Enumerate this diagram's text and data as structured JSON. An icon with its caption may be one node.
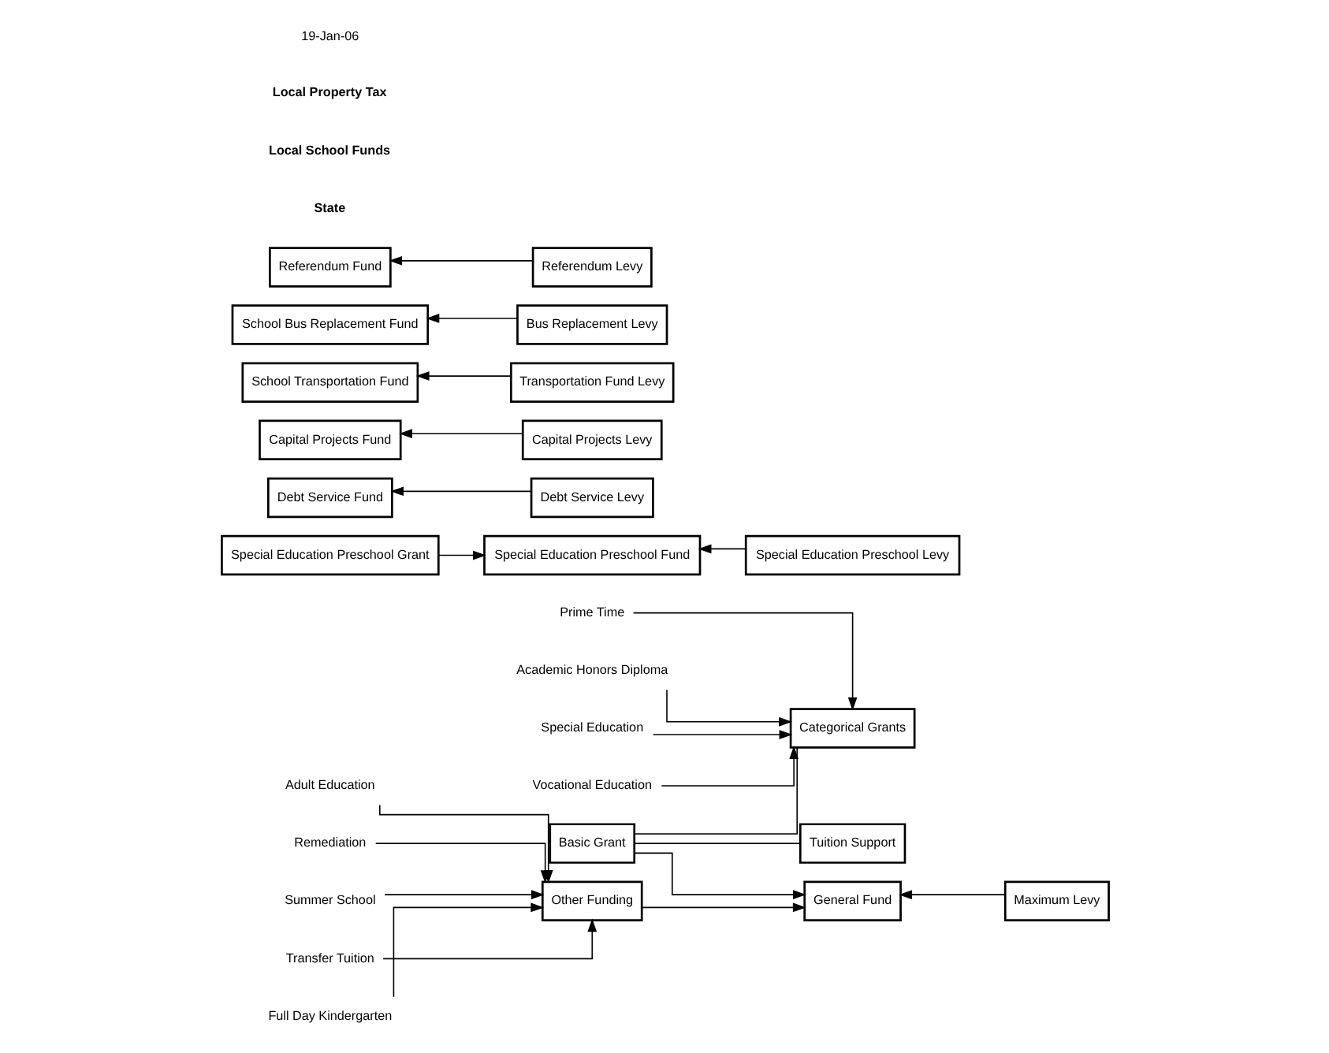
{
  "diagram": {
    "nodes": [
      {
        "text": [
          "Basic Grant"
        ]
      },
      {
        "text": [
          "Tuition Support"
        ]
      },
      {
        "text": [
          "Categorical Grants"
        ]
      },
      {
        "text": [
          "Academic Honors Diploma"
        ]
      },
      {
        "text": [
          "Special Education"
        ]
      },
      {
        "text": [
          "Vocational Education"
        ]
      },
      {
        "text": [
          "Prime Time"
        ]
      },
      {
        "text": [
          "Other Funding"
        ]
      },
      {
        "text": [
          "Adult Education"
        ]
      },
      {
        "text": [
          "Remediation"
        ]
      },
      {
        "text": [
          "Summer School"
        ]
      },
      {
        "text": [
          "Transfer Tuition"
        ]
      },
      {
        "text": [
          "Full Day Kindergarten"
        ]
      },
      {
        "text": [
          "Special Education Preschool Grant"
        ]
      },
      {
        "text": [
          "General Fund"
        ]
      },
      {
        "text": [
          "Debt Service Fund"
        ]
      },
      {
        "text": [
          "Capital Projects Fund"
        ]
      },
      {
        "text": [
          "School Transportation Fund"
        ]
      },
      {
        "text": [
          "School Bus Replacement Fund"
        ]
      },
      {
        "text": [
          "Special Education Preschool Fund"
        ]
      },
      {
        "text": [
          "Referendum Fund"
        ]
      },
      {
        "text": [
          "Maximum Levy"
        ]
      },
      {
        "text": [
          "Debt Service Levy"
        ]
      },
      {
        "text": [
          "Capital Projects Levy"
        ]
      },
      {
        "text": [
          "Transportation Fund Levy"
        ]
      },
      {
        "text": [
          "Bus Replacement Levy"
        ]
      },
      {
        "text": [
          "Special Education Preschool Levy"
        ]
      },
      {
        "text": [
          "Referendum Levy"
        ]
      }
    ],
    "edges": [
      {
        "from": 0,
        "to": 14,
        "arrow": "to"
      },
      {
        "from": 0,
        "to": 1,
        "arrow": "none"
      },
      {
        "from": 0,
        "to": 2,
        "arrow": "none"
      },
      {
        "from": 3,
        "to": 2,
        "arrow": "to"
      },
      {
        "from": 4,
        "to": 2,
        "arrow": "to"
      },
      {
        "from": 5,
        "to": 2,
        "arrow": "to"
      },
      {
        "from": 6,
        "to": 2,
        "arrow": "to"
      },
      {
        "from": 7,
        "to": 14,
        "arrow": "to"
      },
      {
        "from": 8,
        "to": 7,
        "arrow": "to"
      },
      {
        "from": 9,
        "to": 7,
        "arrow": "to"
      },
      {
        "from": 10,
        "to": 7,
        "arrow": "to"
      },
      {
        "from": 11,
        "to": 7,
        "arrow": "to"
      },
      {
        "from": 12,
        "to": 7,
        "arrow": "to"
      },
      {
        "from": 13,
        "to": 19,
        "arrow": "to"
      },
      {
        "from": 21,
        "to": 14,
        "arrow": "to"
      },
      {
        "from": 22,
        "to": 15,
        "arrow": "to"
      },
      {
        "from": 23,
        "to": 16,
        "arrow": "to"
      },
      {
        "from": 24,
        "to": 17,
        "arrow": "to"
      },
      {
        "from": 25,
        "to": 18,
        "arrow": "to"
      },
      {
        "from": 26,
        "to": 19,
        "arrow": "to"
      },
      {
        "from": 27,
        "to": 20,
        "arrow": "to"
      }
    ],
    "labels": [
      "State",
      "Local School Funds",
      "Local Property Tax",
      "19-Jan-06"
    ]
  }
}
